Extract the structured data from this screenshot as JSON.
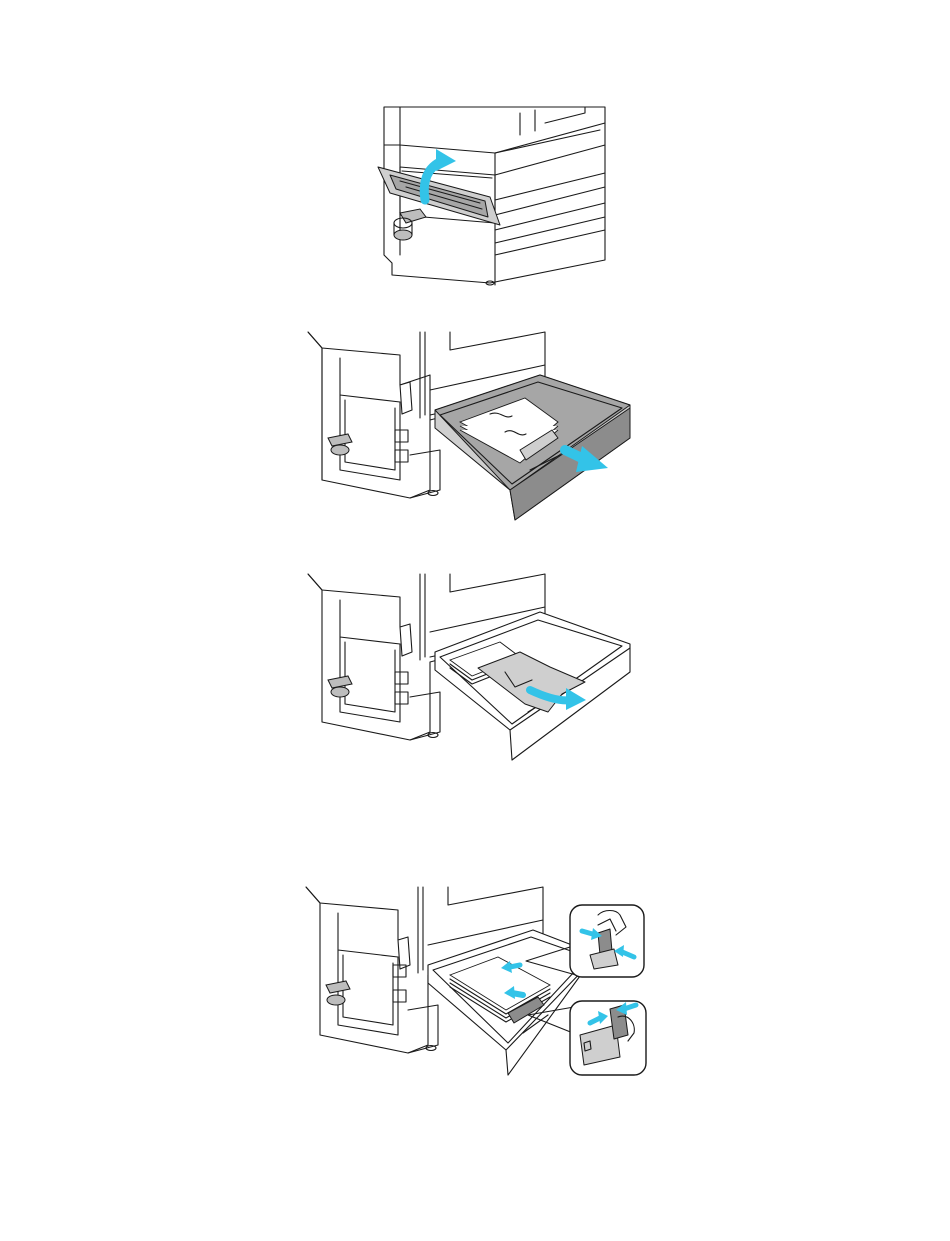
{
  "page": {
    "background": "#ffffff"
  },
  "figures": [
    {
      "name": "close-left-door-illustration",
      "arrow": "curved-up",
      "accent": "#33c3e8"
    },
    {
      "name": "pull-out-tray-illustration",
      "arrow": "straight-out",
      "accent": "#33c3e8"
    },
    {
      "name": "remove-jammed-paper-illustration",
      "arrow": "curved-out",
      "accent": "#33c3e8"
    },
    {
      "name": "adjust-paper-guides-illustration",
      "arrow": "inward-squeeze",
      "accent": "#33c3e8"
    }
  ],
  "colors": {
    "accent_arrow": "#33c3e8",
    "tray_gray": "#a6a6a6",
    "line": "#1a1a1a"
  }
}
